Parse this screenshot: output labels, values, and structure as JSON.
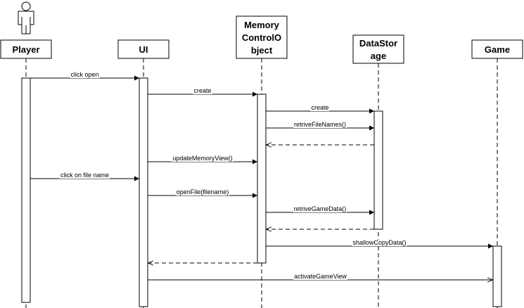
{
  "participants": [
    {
      "id": "player",
      "lines": [
        "Player"
      ],
      "actor": true
    },
    {
      "id": "ui",
      "lines": [
        "UI"
      ]
    },
    {
      "id": "memory",
      "lines": [
        "Memory",
        "ControlO",
        "bject"
      ]
    },
    {
      "id": "storage",
      "lines": [
        "DataStor",
        "age"
      ]
    },
    {
      "id": "game",
      "lines": [
        "Game"
      ]
    }
  ],
  "messages": [
    {
      "from": "player",
      "to": "ui",
      "label": "click open",
      "kind": "sync"
    },
    {
      "from": "ui",
      "to": "memory",
      "label": "create",
      "kind": "sync"
    },
    {
      "from": "memory",
      "to": "storage",
      "label": "create",
      "kind": "sync"
    },
    {
      "from": "memory",
      "to": "storage",
      "label": "retriveFileNames()",
      "kind": "sync"
    },
    {
      "from": "storage",
      "to": "memory",
      "label": "",
      "kind": "return"
    },
    {
      "from": "ui",
      "to": "memory",
      "label": "updateMemoryView()",
      "kind": "sync"
    },
    {
      "from": "player",
      "to": "ui",
      "label": "click on file name",
      "kind": "sync"
    },
    {
      "from": "ui",
      "to": "memory",
      "label": "openFile(filename)",
      "kind": "sync"
    },
    {
      "from": "memory",
      "to": "storage",
      "label": "retriveGameData()",
      "kind": "sync"
    },
    {
      "from": "storage",
      "to": "memory",
      "label": "",
      "kind": "return"
    },
    {
      "from": "memory",
      "to": "game",
      "label": "shallowCopyData()",
      "kind": "sync"
    },
    {
      "from": "memory",
      "to": "ui",
      "label": "",
      "kind": "return"
    },
    {
      "from": "ui",
      "to": "game",
      "label": "activateGameView",
      "kind": "async"
    }
  ]
}
